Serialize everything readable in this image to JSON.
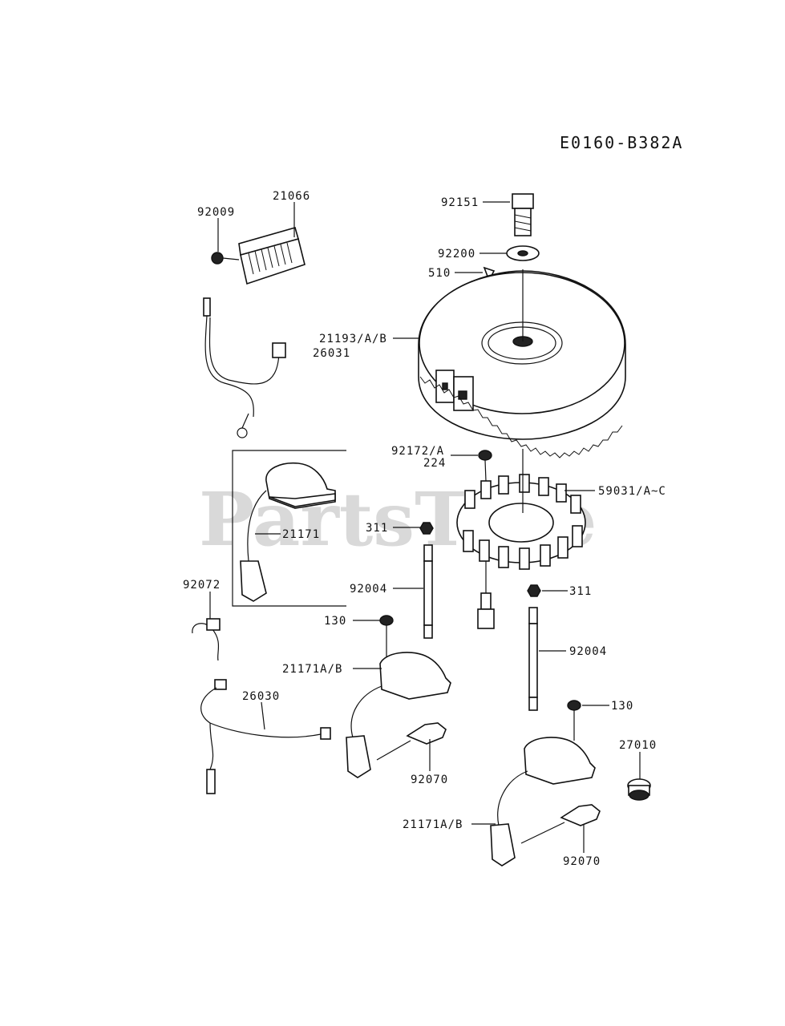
{
  "diagram_code": "E0160-B382A",
  "watermark": "PartsTree",
  "labels": {
    "p21066": "21066",
    "p92009": "92009",
    "p92151": "92151",
    "p92200": "92200",
    "p510": "510",
    "p21193": "21193/A/B",
    "p26031": "26031",
    "p92172": "92172/A",
    "p224": "224",
    "p59031": "59031/A~C",
    "p21171": "21171",
    "p311a": "311",
    "p92072": "92072",
    "p92004a": "92004",
    "p311b": "311",
    "p130a": "130",
    "p21171ab_a": "21171A/B",
    "p92004b": "92004",
    "p26030": "26030",
    "p130b": "130",
    "p27010": "27010",
    "p92070a": "92070",
    "p21171ab_b": "21171A/B",
    "p92070b": "92070"
  }
}
